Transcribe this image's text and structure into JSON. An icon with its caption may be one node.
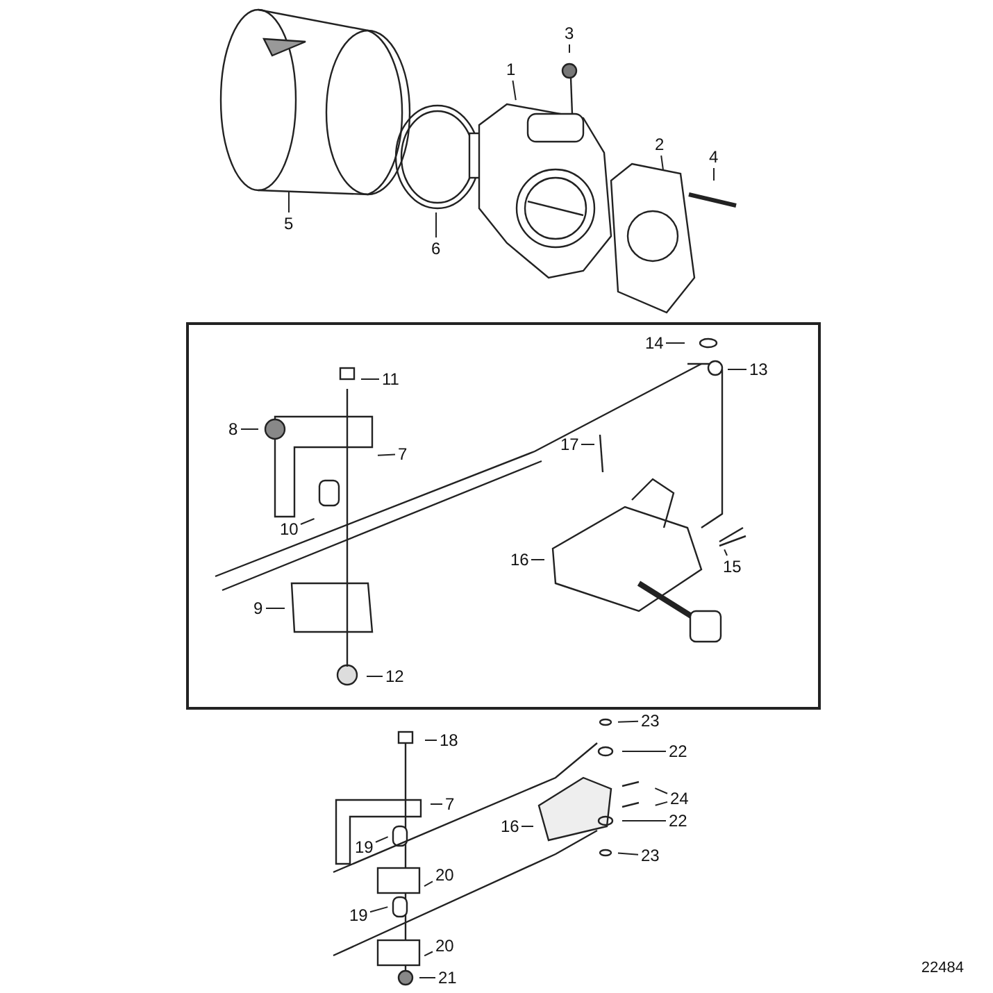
{
  "diagram": {
    "nodes": [
      {
        "text": [
          "3"
        ]
      },
      {
        "text": [
          "1"
        ]
      },
      {
        "text": [
          "2"
        ]
      },
      {
        "text": [
          "4"
        ]
      },
      {
        "text": [
          "5"
        ]
      },
      {
        "text": [
          "6"
        ]
      },
      {
        "text": [
          "14"
        ]
      },
      {
        "text": [
          "13"
        ]
      },
      {
        "text": [
          "11"
        ]
      },
      {
        "text": [
          "8"
        ]
      },
      {
        "text": [
          "7"
        ]
      },
      {
        "text": [
          "17"
        ]
      },
      {
        "text": [
          "10"
        ]
      },
      {
        "text": [
          "16"
        ]
      },
      {
        "text": [
          "15"
        ]
      },
      {
        "text": [
          "9"
        ]
      },
      {
        "text": [
          "12"
        ]
      },
      {
        "text": [
          "23"
        ]
      },
      {
        "text": [
          "18"
        ]
      },
      {
        "text": [
          "22"
        ]
      },
      {
        "text": [
          "24"
        ]
      },
      {
        "text": [
          "7"
        ]
      },
      {
        "text": [
          "16"
        ]
      },
      {
        "text": [
          "19"
        ]
      },
      {
        "text": [
          "22"
        ]
      },
      {
        "text": [
          "23"
        ]
      },
      {
        "text": [
          "20"
        ]
      },
      {
        "text": [
          "19"
        ]
      },
      {
        "text": [
          "20"
        ]
      },
      {
        "text": [
          "21"
        ]
      }
    ],
    "edges": [
      {
        "from": 0,
        "to": null,
        "arrow": "none"
      },
      {
        "from": 1,
        "to": null,
        "arrow": "none"
      },
      {
        "from": 2,
        "to": null,
        "arrow": "none"
      },
      {
        "from": 3,
        "to": null,
        "arrow": "none"
      },
      {
        "from": 4,
        "to": null,
        "arrow": "none"
      },
      {
        "from": 5,
        "to": null,
        "arrow": "none"
      },
      {
        "from": 6,
        "to": null,
        "arrow": "none"
      },
      {
        "from": 7,
        "to": null,
        "arrow": "none"
      },
      {
        "from": 8,
        "to": null,
        "arrow": "none"
      },
      {
        "from": 9,
        "to": null,
        "arrow": "none"
      },
      {
        "from": 10,
        "to": null,
        "arrow": "none"
      },
      {
        "from": 11,
        "to": null,
        "arrow": "none"
      },
      {
        "from": 12,
        "to": null,
        "arrow": "none"
      },
      {
        "from": 13,
        "to": null,
        "arrow": "none"
      },
      {
        "from": 14,
        "to": null,
        "arrow": "none"
      },
      {
        "from": 15,
        "to": null,
        "arrow": "none"
      },
      {
        "from": 16,
        "to": null,
        "arrow": "none"
      },
      {
        "from": 17,
        "to": null,
        "arrow": "none"
      },
      {
        "from": 18,
        "to": null,
        "arrow": "none"
      },
      {
        "from": 19,
        "to": null,
        "arrow": "none"
      },
      {
        "from": 20,
        "to": null,
        "arrow": "none"
      },
      {
        "from": 20,
        "to": null,
        "arrow": "none"
      },
      {
        "from": 21,
        "to": null,
        "arrow": "none"
      },
      {
        "from": 22,
        "to": null,
        "arrow": "none"
      },
      {
        "from": 23,
        "to": null,
        "arrow": "none"
      },
      {
        "from": 24,
        "to": null,
        "arrow": "none"
      },
      {
        "from": 25,
        "to": null,
        "arrow": "none"
      },
      {
        "from": 26,
        "to": null,
        "arrow": "none"
      },
      {
        "from": 27,
        "to": null,
        "arrow": "none"
      },
      {
        "from": 28,
        "to": null,
        "arrow": "none"
      },
      {
        "from": 29,
        "to": null,
        "arrow": "none"
      }
    ],
    "labels": [
      "22484"
    ]
  }
}
